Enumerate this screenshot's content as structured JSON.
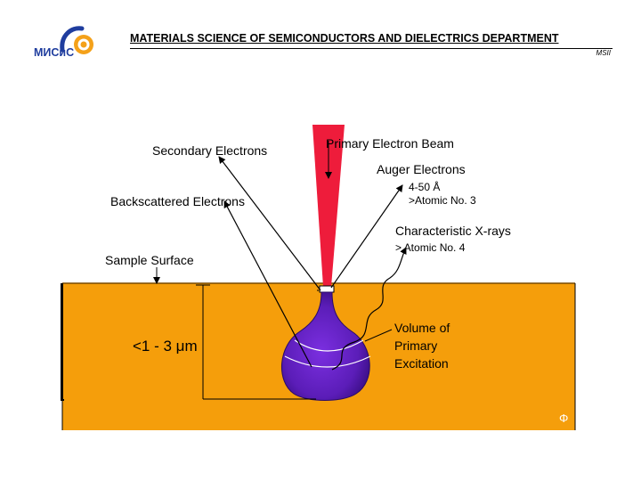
{
  "header": {
    "logo_text": "МИСиС",
    "title": "MATERIALS SCIENCE OF SEMICONDUCTORS AND DIELECTRICS DEPARTMENT",
    "subtitle": "MSII"
  },
  "labels": {
    "secondary_electrons": "Secondary Electrons",
    "primary_beam": "Primary Electron Beam",
    "auger_electrons": "Auger Electrons",
    "auger_depth": "4-50 Å",
    "auger_atomic": ">Atomic No. 3",
    "backscattered": "Backscattered Electrons",
    "xrays": "Characteristic X-rays",
    "xrays_atomic": "> Atomic No. 4",
    "sample_surface": "Sample Surface",
    "depth": "<1 - 3 μm",
    "volume": [
      "Volume of",
      "Primary",
      "Excitation"
    ],
    "corner_symbol": "Φ"
  },
  "colors": {
    "sample": "#F59E0B",
    "beam": "#EE1C3B",
    "volume": "#5B1DB8",
    "logo_blue": "#1F3D9E",
    "logo_orange": "#F4A11A"
  }
}
